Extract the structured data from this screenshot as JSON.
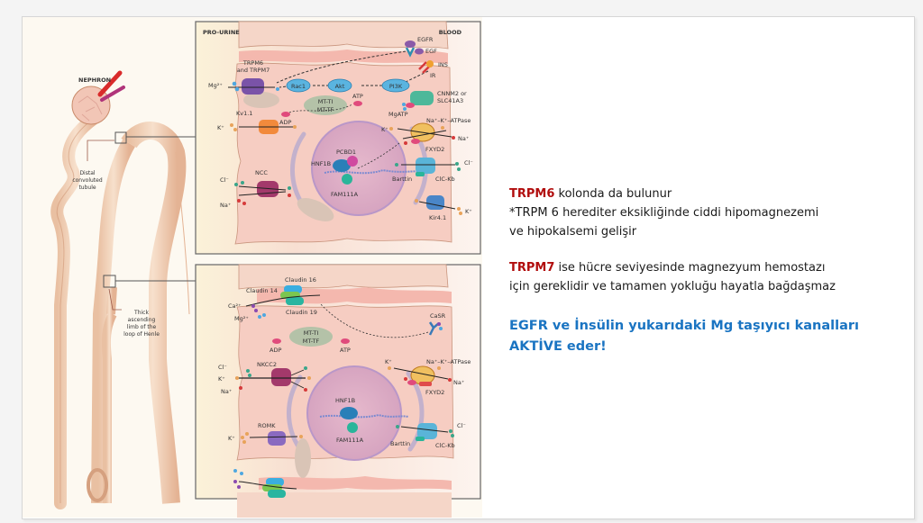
{
  "figure": {
    "nephron_title": "NEPHRON",
    "dct_label": [
      "Distal",
      "convoluted",
      "tubule"
    ],
    "tal_label": [
      "Thick",
      "ascending",
      "limb of the",
      "loop of Henle"
    ],
    "top_panel": {
      "left_header": "PRO-URINE",
      "right_header": "BLOOD",
      "trpm_label": [
        "TRPM6",
        "and TRPM7"
      ],
      "mg_ion": "Mg²⁺",
      "kv11": "Kv1.1",
      "k_ion": "K⁺",
      "ncc": "NCC",
      "cl_ion": "Cl⁻",
      "na_ion": "Na⁺",
      "rac1": "Rac1",
      "akt": "Akt",
      "pi3k": "PI3K",
      "egfr": "EGFR",
      "egf": "EGF",
      "ins": "INS",
      "ir": "IR",
      "atp": "ATP",
      "adp": "ADP",
      "mito": [
        "MT-TI",
        "MT-TF"
      ],
      "cnnm2": [
        "CNNM2 or",
        "SLC41A3"
      ],
      "mgatp": "MgATP",
      "nak_atpase": "Na⁺–K⁺–ATPase",
      "k_out": "K⁺",
      "na_out": "Na⁺",
      "fxyd2": "FXYD2",
      "pcbd1": "PCBD1",
      "hnf1b": "HNF1B",
      "fam111a": "FAM111A",
      "barttin": "Barttin",
      "clc_kb": "ClC-Kb",
      "cl_out": "Cl⁻",
      "kir41": "Kir4.1",
      "k_blood": "K⁺"
    },
    "bottom_panel": {
      "claudin16": "Claudin 16",
      "claudin14": "Claudin 14",
      "claudin19": "Claudin 19",
      "ca_ion": "Ca²⁺",
      "mg_ion": "Mg²⁺",
      "casr": "CaSR",
      "adp": "ADP",
      "atp": "ATP",
      "mito": [
        "MT-TI",
        "MT-TF"
      ],
      "nkcc2": "NKCC2",
      "cl_ion": "Cl⁻",
      "k_ion": "K⁺",
      "na_ion": "Na⁺",
      "nak_atpase": "Na⁺–K⁺–ATPase",
      "k_out": "K⁺",
      "na_out": "Na⁺",
      "fxyd2": "FXYD2",
      "hnf1b": "HNF1B",
      "fam111a": "FAM111A",
      "romk": "ROMK",
      "k_lumen": "K⁺",
      "barttin": "Barttin",
      "clc_kb": "ClC-Kb",
      "cl_out": "Cl⁻"
    }
  },
  "text": {
    "p1_highlight": "TRPM6",
    "p1_rest": " kolonda da bulunur",
    "p1_line2": "*TRPM 6 herediter eksikliğinde ciddi hipomagnezemi",
    "p1_line3": "ve hipokalsemi gelişir",
    "p2_highlight": "TRPM7",
    "p2_rest": " ise hücre seviyesinde magnezyum hemostazı",
    "p2_line2": "için gereklidir ve tamamen yokluğu hayatla bağdaşmaz",
    "p3_line1": "EGFR ve İnsülin yukarıdaki Mg taşıyıcı kanalları",
    "p3_line2": "AKTİVE eder!"
  },
  "colors": {
    "highlight_red": "#b10d0d",
    "emphasis_blue": "#1a74c2",
    "header_orange": "#e58a2b",
    "header_red": "#c8322a"
  }
}
